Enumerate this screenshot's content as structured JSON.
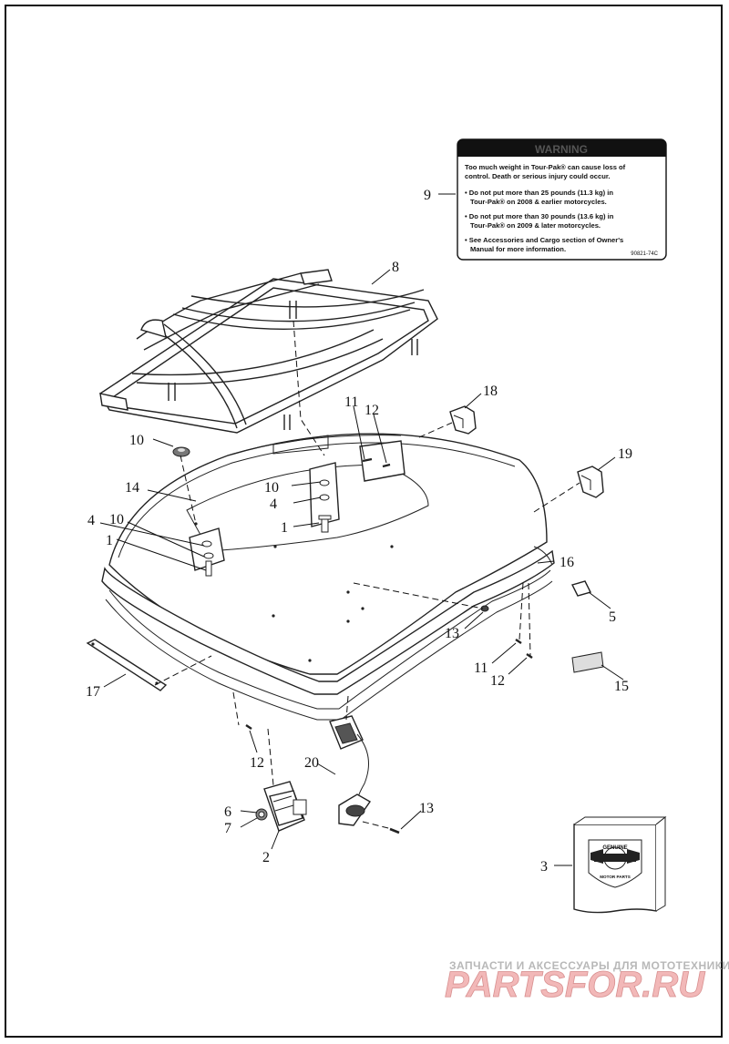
{
  "callouts": {
    "c1a": "1",
    "c1b": "1",
    "c2": "2",
    "c3": "3",
    "c4a": "4",
    "c4b": "4",
    "c5": "5",
    "c6": "6",
    "c7": "7",
    "c8": "8",
    "c9": "9",
    "c10a": "10",
    "c10b": "10",
    "c10c": "10",
    "c11a": "11",
    "c11b": "11",
    "c12a": "12",
    "c12b": "12",
    "c12c": "12",
    "c13a": "13",
    "c13b": "13",
    "c14": "14",
    "c15": "15",
    "c16": "16",
    "c17": "17",
    "c18": "18",
    "c19": "19",
    "c20": "20"
  },
  "warning_label": {
    "header": "WARNING",
    "line1": "Too much weight in Tour-Pak® can cause loss of",
    "line2": "control. Death or serious injury could occur.",
    "bullet1_a": "• Do not put more than 25 pounds (11.3 kg) in",
    "bullet1_b": "Tour-Pak® on 2008 & earlier motorcycles.",
    "bullet2_a": "• Do not put more than 30 pounds (13.6 kg) in",
    "bullet2_b": "Tour-Pak® on 2009 & later motorcycles.",
    "bullet3_a": "• See Accessories and Cargo section of Owner's",
    "bullet3_b": "Manual for more information.",
    "part_number": "90821-74C"
  },
  "box_logo": {
    "top": "GENUINE",
    "bottom": "MOTOR PARTS"
  },
  "watermark": {
    "tagline": "ЗАПЧАСТИ И АКСЕССУАРЫ ДЛЯ МОТОТЕХНИКИ",
    "brand": "PARTSFOR.RU"
  }
}
